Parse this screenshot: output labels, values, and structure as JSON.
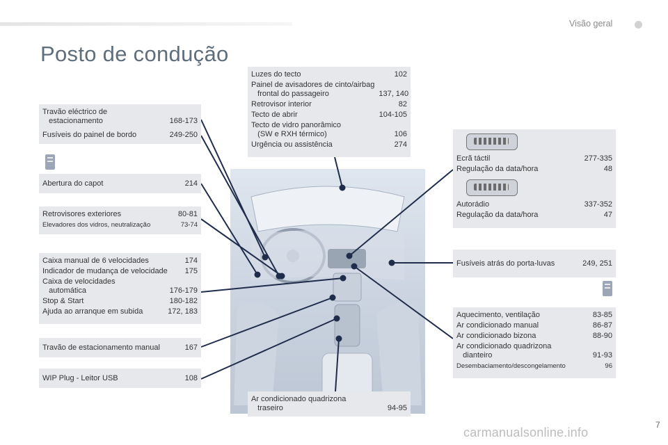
{
  "header": {
    "section": "Visão geral",
    "title": "Posto de condução"
  },
  "left_boxes": {
    "park_brake_fuses": [
      {
        "label": "Travão eléctrico de\n   estacionamento",
        "pages": "168-173"
      },
      {
        "label": "Fusíveis do painel de bordo",
        "pages": "249-250"
      }
    ],
    "bonnet": [
      {
        "label": "Abertura do capot",
        "pages": "214"
      }
    ],
    "mirrors": [
      {
        "label": "Retrovisores exteriores",
        "pages": "80-81"
      },
      {
        "label": "Elevadores dos vidros, neutralização",
        "pages": "73-74"
      }
    ],
    "gearbox": [
      {
        "label": "Caixa manual de 6 velocidades",
        "pages": "174"
      },
      {
        "label": "Indicador de mudança de velocidade",
        "pages": "175"
      },
      {
        "label": "Caixa de velocidades\n   automática",
        "pages": "176-179"
      },
      {
        "label": "Stop & Start",
        "pages": "180-182"
      },
      {
        "label": "Ajuda ao arranque em subida",
        "pages": "172, 183"
      }
    ],
    "manual_park_brake": [
      {
        "label": "Travão de estacionamento manual",
        "pages": "167"
      }
    ],
    "wip_plug": [
      {
        "label": "WIP Plug - Leitor USB",
        "pages": "108"
      }
    ]
  },
  "top_box": [
    {
      "label": "Luzes do tecto",
      "pages": "102"
    },
    {
      "label": "Painel de avisadores de cinto/airbag\n   frontal do passageiro",
      "pages": "137, 140"
    },
    {
      "label": "Retrovisor interior",
      "pages": "82"
    },
    {
      "label": "Tecto de abrir",
      "pages": "104-105"
    },
    {
      "label": "Tecto de vidro panorâmico\n   (SW e RXH térmico)",
      "pages": "106"
    },
    {
      "label": "Urgência ou assistência",
      "pages": "274"
    }
  ],
  "bottom_box": [
    {
      "label": "Ar condicionado quadrizona\n   traseiro",
      "pages": "94-95"
    }
  ],
  "right_boxes": {
    "touchscreen": [
      {
        "label": "Ecrã táctil",
        "pages": "277-335"
      },
      {
        "label": "Regulação da data/hora",
        "pages": "48"
      }
    ],
    "radio": [
      {
        "label": "Autorádio",
        "pages": "337-352"
      },
      {
        "label": "Regulação da data/hora",
        "pages": "47"
      }
    ],
    "glovebox_fuses": [
      {
        "label": "Fusíveis atrás do porta-luvas",
        "pages": "249, 251"
      }
    ],
    "climate": [
      {
        "label": "Aquecimento, ventilação",
        "pages": "83-85"
      },
      {
        "label": "Ar condicionado manual",
        "pages": "86-87"
      },
      {
        "label": "Ar condicionado bizona",
        "pages": "88-90"
      },
      {
        "label": "Ar condicionado quadrizona\n   dianteiro",
        "pages": "91-93"
      },
      {
        "label": "Desembaciamento/descongelamento",
        "pages": "96"
      }
    ]
  },
  "footer": {
    "watermark": "carmanualsonline.info",
    "page_number": "7"
  },
  "colors": {
    "box_bg": "#e6e8ec",
    "title": "#5f6e7c",
    "leader": "#1f2d4a",
    "icon": "#9ca6b7"
  }
}
